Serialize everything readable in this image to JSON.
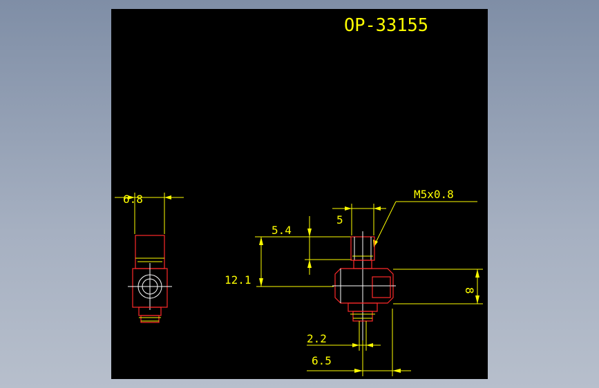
{
  "drawing": {
    "title": "OP-33155",
    "dimensions": {
      "left_width": "6.8",
      "thread": "M5x0.8",
      "width_5": "5",
      "height_5_4": "5.4",
      "height_12_1": "12.1",
      "height_8": "8",
      "width_2_2": "2.2",
      "width_6_5": "6.5"
    }
  },
  "colors": {
    "background": "#000000",
    "dimension": "#ffff00",
    "outline": "#ff2a2a",
    "detail": "#ffffff"
  }
}
